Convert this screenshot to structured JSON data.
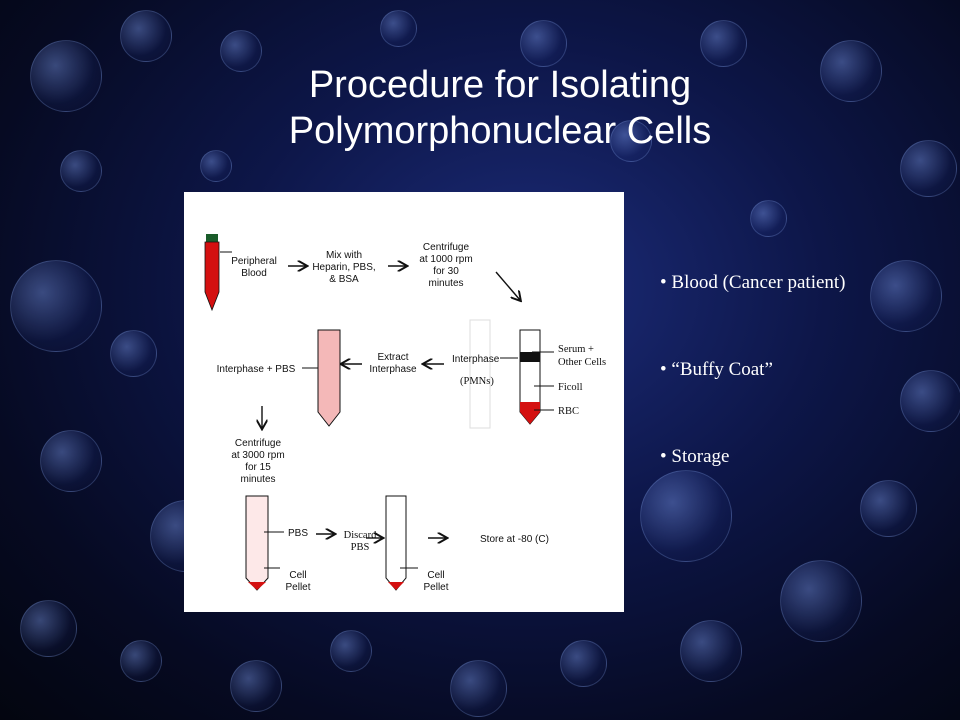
{
  "slide": {
    "title_line1": "Procedure for Isolating",
    "title_line2": "Polymorphonuclear Cells"
  },
  "diagram": {
    "peripheral_blood": "Peripheral\nBlood",
    "mix_with": "Mix with\nHeparin, PBS,\n& BSA",
    "centrifuge_1": "Centrifuge\nat 1000 rpm\nfor 30\nminutes",
    "serum_label": "Serum +\nOther Cells",
    "interphase_label": "Interphase",
    "pmns_label": "(PMNs)",
    "ficoll_label": "Ficoll",
    "rbc_label": "RBC",
    "extract_interphase": "Extract\nInterphase",
    "interphase_pbs": "Interphase + PBS",
    "centrifuge_2": "Centrifuge\nat 3000 rpm\nfor 15\nminutes",
    "pbs_label": "PBS",
    "cell_pellet_1": "Cell\nPellet",
    "discard_pbs": "Discard\nPBS",
    "cell_pellet_2": "Cell\nPellet",
    "store": "Store at -80 (C)"
  },
  "bullets": [
    "• Blood (Cancer patient)",
    "• “Buffy Coat”",
    "• Storage"
  ],
  "colors": {
    "blood_red": "#d41010",
    "light_pink": "#f4b8b8",
    "very_light_pink": "#fde8e8",
    "tube_cap": "#1a5c2a"
  }
}
